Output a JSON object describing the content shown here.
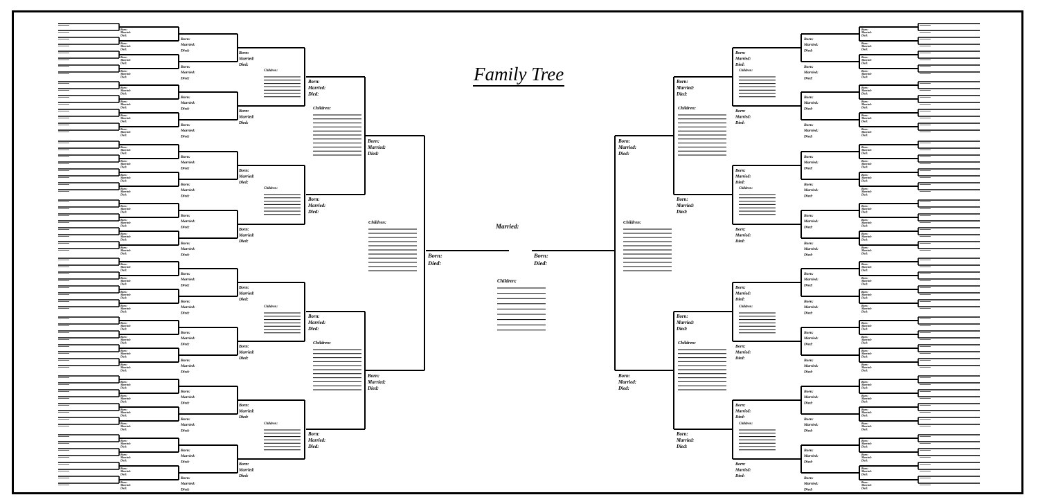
{
  "title": "Family Tree",
  "labels": {
    "born": "Born:",
    "married": "Married:",
    "died": "Died:",
    "children": "Children:"
  },
  "colors": {
    "ink": "#000000",
    "paper": "#ffffff"
  }
}
